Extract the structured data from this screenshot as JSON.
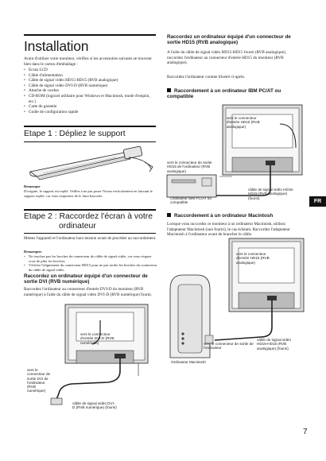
{
  "installation": {
    "title": "Installation",
    "intro": "Avant d'utiliser votre moniteur, vérifiez si les accessoires suivants se trouvent bien dans le carton d'emballage :",
    "items": [
      "Ecran LCD",
      "Câble d'alimentation",
      "Câble de signal vidéo HD15-HD15 (RVB analogique)",
      "Câble de signal vidéo DVI-D (RVB numérique)",
      "Attache de cordon",
      "CD-ROM (logiciel utilitaire pour Windows et Macintosh, mode d'emploi, etc.)",
      "Carte de garantie",
      "Guide de configuration rapide"
    ]
  },
  "step1": {
    "title": "Etape 1 : Dépliez le support",
    "remark_title": "Remarque",
    "remark_text": "D'origine, le support est replié. Veillez à ne pas poser l'écran verticalement en laissant le support replié, car vous risqueriez de le faire basculer."
  },
  "step2": {
    "title_line1": "Etape 2 : Raccordez l'écran à votre",
    "title_line2": "ordinateur",
    "intro": "Mettez l'appareil et l'ordinateur hors tension avant de procéder au raccordement.",
    "remarks_title": "Remarques",
    "remarks": [
      "Ne touchez pas les broches du connecteur du câble de signal vidéo, car vous risquez vous de plier les broches.",
      "Vérifiez l'alignement du connecteur HD15 pour ne pas tordre les broches du connecteur du câble de signal vidéo."
    ]
  },
  "dvi_section": {
    "title": "Raccordez un ordinateur équipé d'un connecteur de sortie DVI (RVB numérique)",
    "text": "Raccordez l'ordinateur au connecteur d'entrée DVI-D du moniteur (RVB numérique) à l'aide du câble de signal vidéo DVI-D (RVB numérique) fourni.",
    "label_input": "vers le connecteur d'entrée DVI-D (RVB numérique)",
    "label_output": "vers le connecteur de sortie DVI de l'ordinateur (RVB numérique)",
    "label_cable": "câble de signal vidéo DVI-D (RVB numérique) (fourni)"
  },
  "hd15_section": {
    "title": "Raccordez un ordinateur équipé d'un connecteur de sortie HD15 (RVB analogique)",
    "text": "A l'aide du câble de signal vidéo HD15-HD15 fourni (RVB analogique), raccordez l'ordinateur au connecteur d'entrée HD15 du moniteur (RVB analogique).",
    "text2": "Raccordez l'ordinateur comme illustré ci-après."
  },
  "ibm_section": {
    "title": "Raccordement à un ordinateur IBM PC/AT ou compatible",
    "label_input": "vers le connecteur d'entrée HD15 (RVB analogique)",
    "label_output": "vers le connecteur de sortie HD15 de l'ordinateur (RVB analogique)",
    "label_computer": "Ordinateur IBM PC/AT ou compatible",
    "label_cable": "câble de signal vidéo HD15-HD15 (RVB analogique) (fourni)"
  },
  "mac_section": {
    "title": "Raccordement à un ordinateur Macintosh",
    "text": "Lorsque vous raccordez ce moniteur à un ordinateur Macintosh, utilisez l'adaptateur Macintosh (non fourni), le cas échéant. Raccordez l'adaptateur Macintosh à l'ordinateur avant de brancher le câble.",
    "label_input": "vers le connecteur d'entrée HD15 (RVB analogique)",
    "label_output": "vers le connecteur de sortie de l'ordinateur",
    "label_cable": "câble de signal vidéo HD15-HD15 (RVB analogique) (fourni)",
    "label_computer": "Ordinateur Macintosh"
  },
  "side_tab": "FR",
  "page_number": "7"
}
